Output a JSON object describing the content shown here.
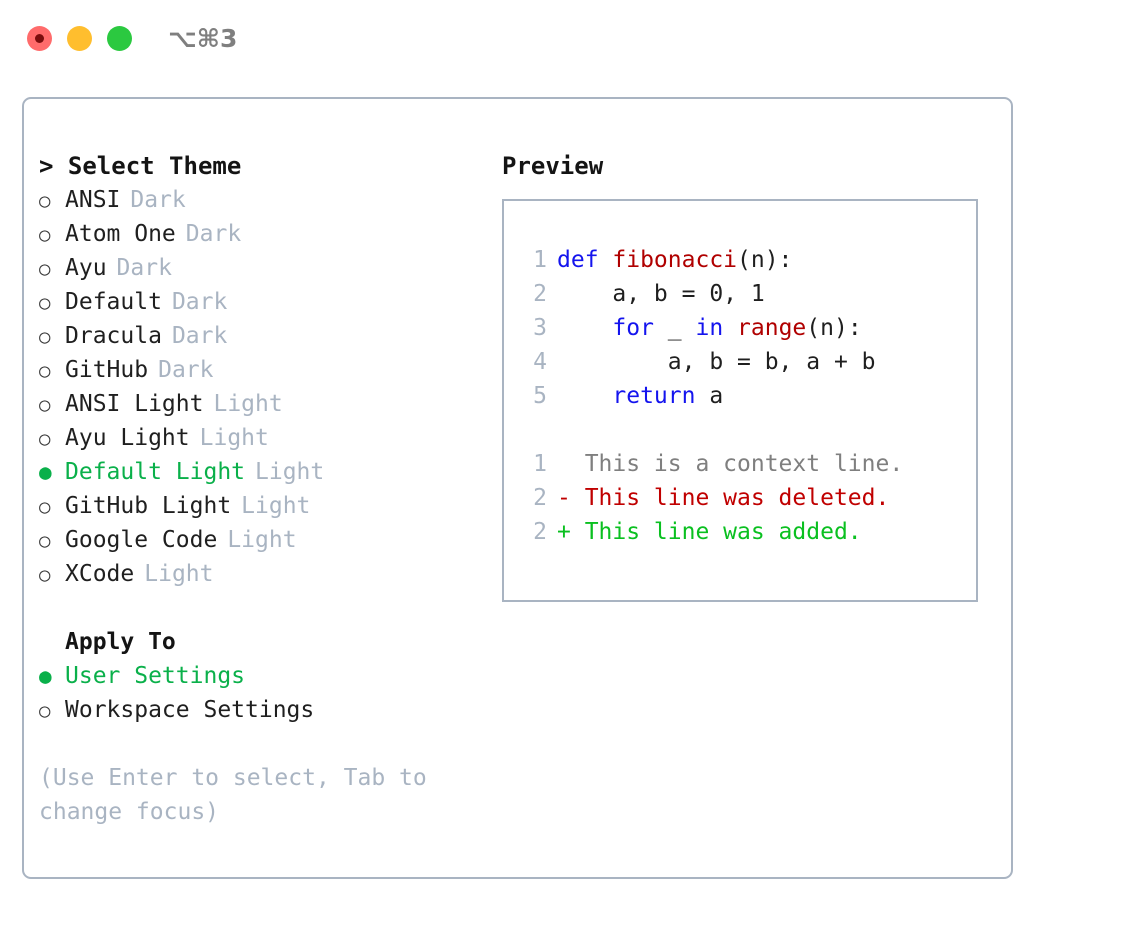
{
  "titlebar": {
    "traffic_lights": [
      {
        "name": "close",
        "color": "#ff6b6b"
      },
      {
        "name": "minimize",
        "color": "#ffbe2e"
      },
      {
        "name": "maximize",
        "color": "#2bc940"
      }
    ],
    "shortcut": "⌥⌘3"
  },
  "left": {
    "header": "> Select Theme",
    "themes": [
      {
        "bullet": "○",
        "name": "ANSI",
        "tag": "Dark",
        "selected": false
      },
      {
        "bullet": "○",
        "name": "Atom One",
        "tag": "Dark",
        "selected": false
      },
      {
        "bullet": "○",
        "name": "Ayu",
        "tag": "Dark",
        "selected": false
      },
      {
        "bullet": "○",
        "name": "Default",
        "tag": "Dark",
        "selected": false
      },
      {
        "bullet": "○",
        "name": "Dracula",
        "tag": "Dark",
        "selected": false
      },
      {
        "bullet": "○",
        "name": "GitHub",
        "tag": "Dark",
        "selected": false
      },
      {
        "bullet": "○",
        "name": "ANSI Light",
        "tag": "Light",
        "selected": false
      },
      {
        "bullet": "○",
        "name": "Ayu Light",
        "tag": "Light",
        "selected": false
      },
      {
        "bullet": "●",
        "name": "Default Light",
        "tag": "Light",
        "selected": true
      },
      {
        "bullet": "○",
        "name": "GitHub Light",
        "tag": "Light",
        "selected": false
      },
      {
        "bullet": "○",
        "name": "Google Code",
        "tag": "Light",
        "selected": false
      },
      {
        "bullet": "○",
        "name": "XCode",
        "tag": "Light",
        "selected": false
      }
    ],
    "apply_to_header": "Apply To",
    "apply_to_options": [
      {
        "bullet": "●",
        "name": "User Settings",
        "selected": true
      },
      {
        "bullet": "○",
        "name": "Workspace Settings",
        "selected": false
      }
    ],
    "hint": "(Use Enter to select, Tab to change focus)"
  },
  "right": {
    "header": "Preview",
    "code_lines": [
      {
        "no": "1",
        "tokens": [
          {
            "t": "def ",
            "c": "kw"
          },
          {
            "t": "fibonacci",
            "c": "fn"
          },
          {
            "t": "(n):",
            "c": "pl"
          }
        ]
      },
      {
        "no": "2",
        "tokens": [
          {
            "t": "    a, b = 0, 1",
            "c": "pl"
          }
        ]
      },
      {
        "no": "3",
        "tokens": [
          {
            "t": "    ",
            "c": "pl"
          },
          {
            "t": "for",
            "c": "kw"
          },
          {
            "t": " _ ",
            "c": "pl"
          },
          {
            "t": "in ",
            "c": "kw"
          },
          {
            "t": "range",
            "c": "fn"
          },
          {
            "t": "(n):",
            "c": "pl"
          }
        ]
      },
      {
        "no": "4",
        "tokens": [
          {
            "t": "        a, b = b, a + b",
            "c": "pl"
          }
        ]
      },
      {
        "no": "5",
        "tokens": [
          {
            "t": "    ",
            "c": "pl"
          },
          {
            "t": "return",
            "c": "kw"
          },
          {
            "t": " a",
            "c": "pl"
          }
        ]
      }
    ],
    "diff_lines": [
      {
        "no": "1",
        "text": "  This is a context line.",
        "kind": "ctx"
      },
      {
        "no": "2",
        "text": "- This line was deleted.",
        "kind": "del"
      },
      {
        "no": "2",
        "text": "+ This line was added.",
        "kind": "add"
      }
    ]
  },
  "colors": {
    "accent_green": "#0ab04a",
    "keyword_blue": "#1414ee",
    "function_red": "#b00000",
    "diff_delete": "#c00000",
    "diff_add": "#0ac020",
    "muted_gray": "#a9b4c2",
    "border": "#a9b4c2"
  }
}
